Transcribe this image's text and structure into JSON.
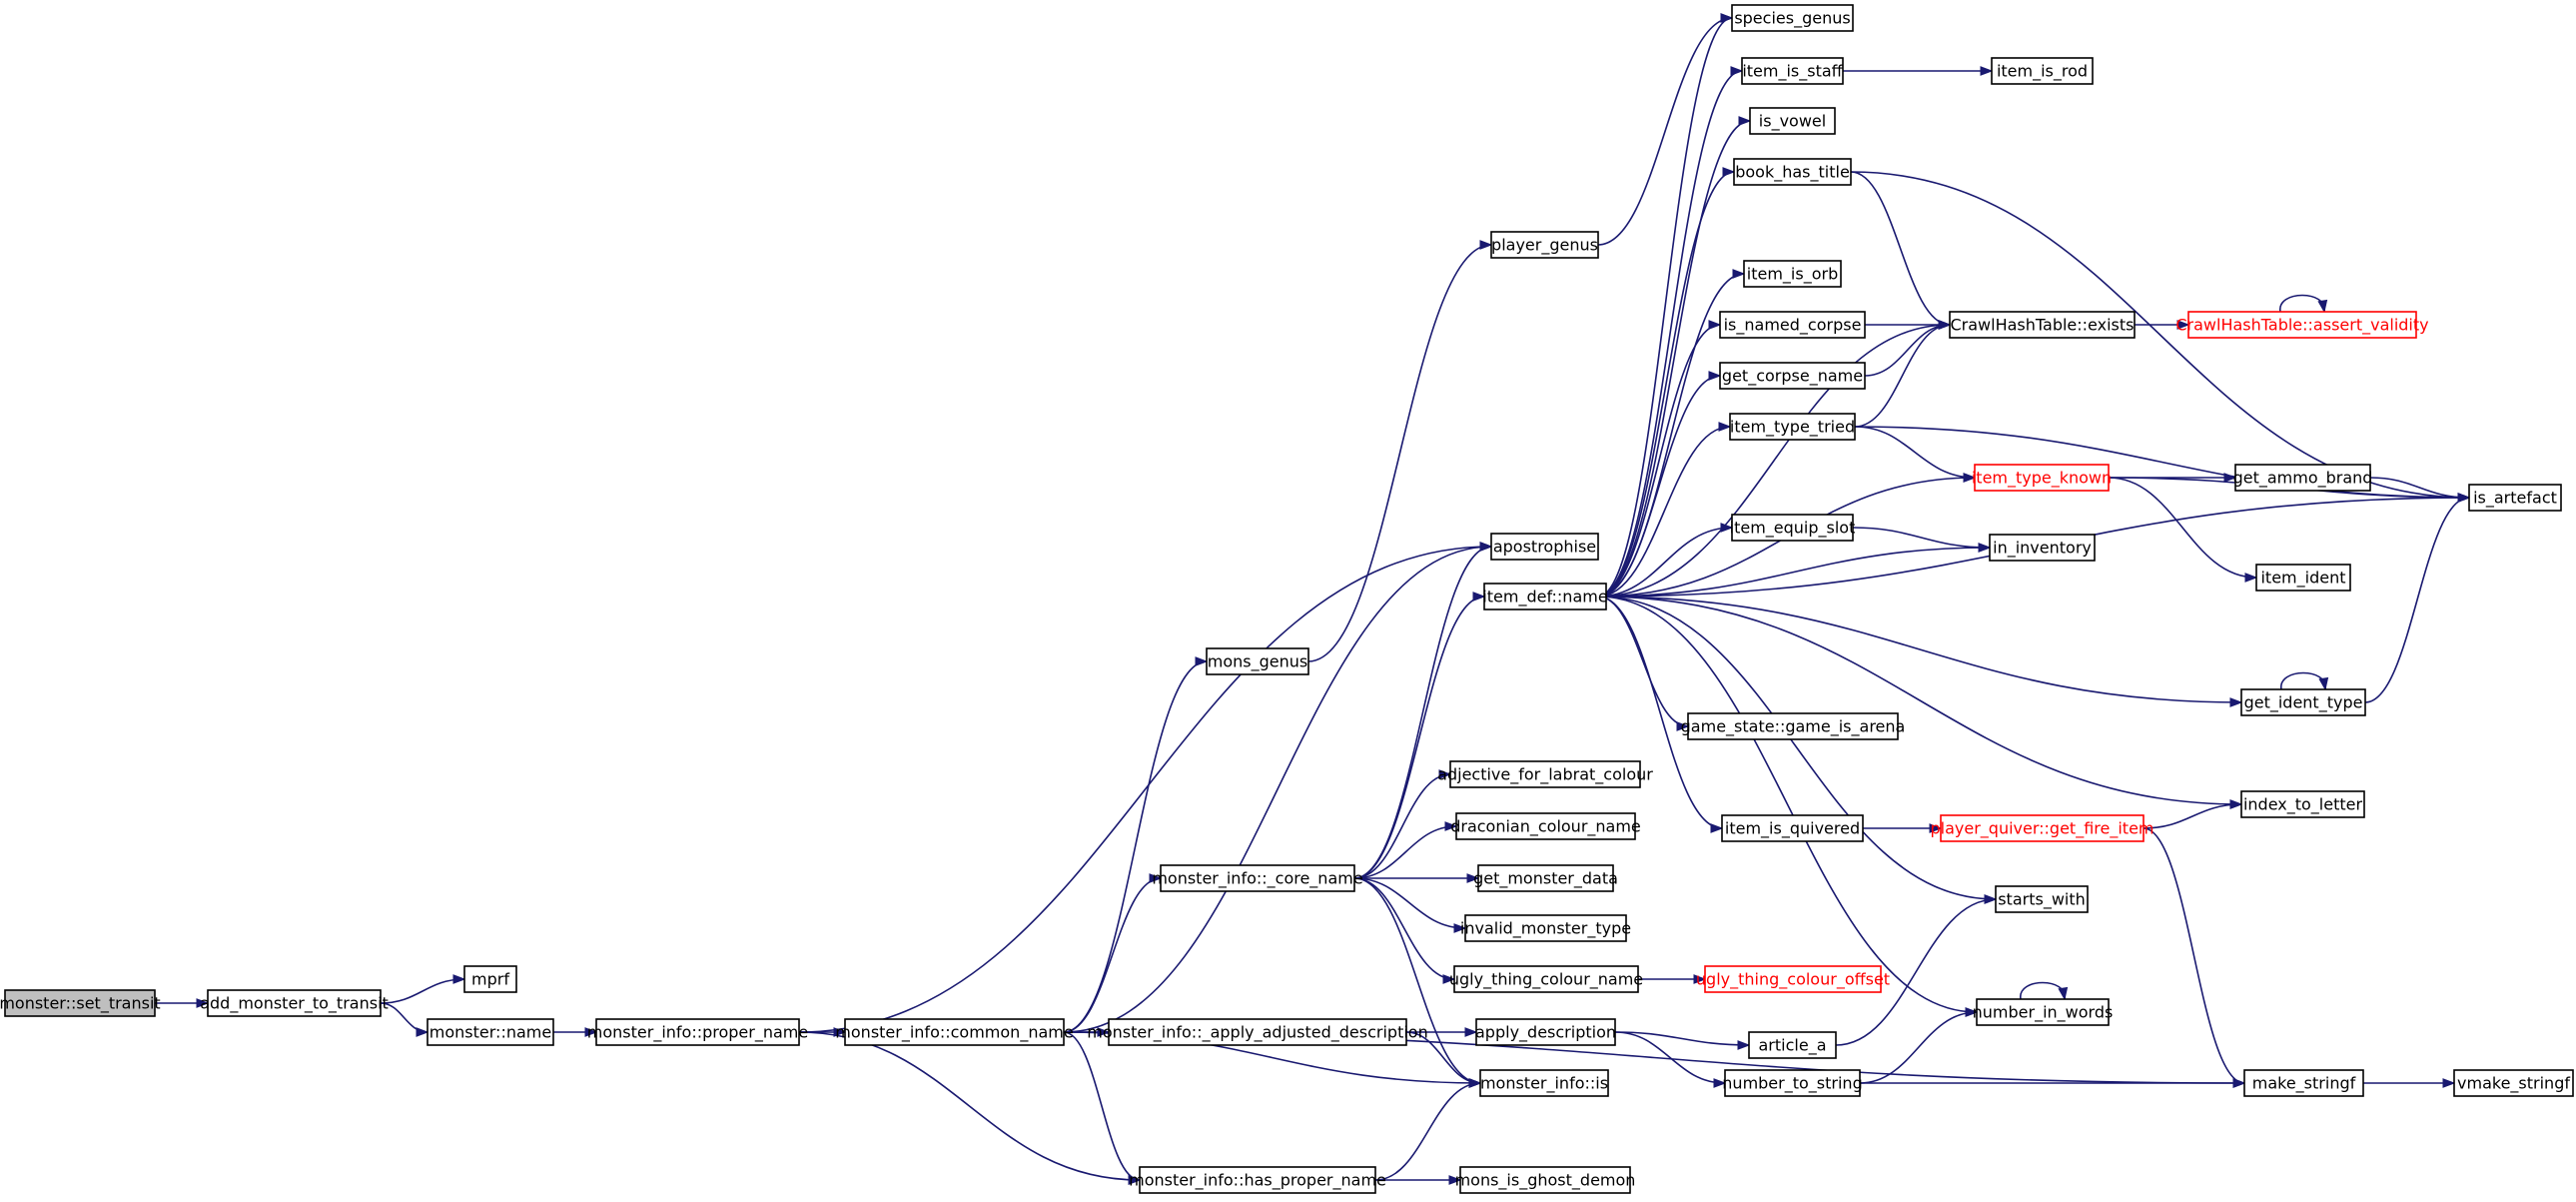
{
  "diagram": {
    "type": "call-graph",
    "nodes": [
      {
        "id": "set_transit",
        "label": "monster::set_transit",
        "root": true
      },
      {
        "id": "add_monster_to_transit",
        "label": "add_monster_to_transit"
      },
      {
        "id": "mprf",
        "label": "mprf"
      },
      {
        "id": "monster_name",
        "label": "monster::name"
      },
      {
        "id": "proper_name",
        "label": "monster_info::proper_name"
      },
      {
        "id": "common_name",
        "label": "monster_info::common_name"
      },
      {
        "id": "apostrophise",
        "label": "apostrophise"
      },
      {
        "id": "mons_genus",
        "label": "mons_genus"
      },
      {
        "id": "player_genus",
        "label": "player_genus"
      },
      {
        "id": "species_genus",
        "label": "species_genus"
      },
      {
        "id": "core_name",
        "label": "monster_info::_core_name"
      },
      {
        "id": "apply_adj",
        "label": "monster_info::_apply_adjusted_description"
      },
      {
        "id": "mi_is",
        "label": "monster_info::is"
      },
      {
        "id": "has_proper_name",
        "label": "monster_info::has_proper_name"
      },
      {
        "id": "mons_is_ghost_demon",
        "label": "mons_is_ghost_demon"
      },
      {
        "id": "item_def_name",
        "label": "item_def::name"
      },
      {
        "id": "adjective_labrat",
        "label": "adjective_for_labrat_colour"
      },
      {
        "id": "draconian_colour",
        "label": "draconian_colour_name"
      },
      {
        "id": "get_monster_data",
        "label": "get_monster_data"
      },
      {
        "id": "invalid_monster_type",
        "label": "invalid_monster_type"
      },
      {
        "id": "ugly_thing_colour_name",
        "label": "ugly_thing_colour_name"
      },
      {
        "id": "ugly_thing_colour_offset",
        "label": "ugly_thing_colour_offset",
        "red": true
      },
      {
        "id": "apply_description",
        "label": "apply_description"
      },
      {
        "id": "article_a",
        "label": "article_a"
      },
      {
        "id": "number_to_string",
        "label": "number_to_string"
      },
      {
        "id": "item_is_staff",
        "label": "item_is_staff"
      },
      {
        "id": "item_is_rod",
        "label": "item_is_rod"
      },
      {
        "id": "is_vowel",
        "label": "is_vowel"
      },
      {
        "id": "book_has_title",
        "label": "book_has_title"
      },
      {
        "id": "item_is_orb",
        "label": "item_is_orb"
      },
      {
        "id": "is_named_corpse",
        "label": "is_named_corpse"
      },
      {
        "id": "get_corpse_name",
        "label": "get_corpse_name"
      },
      {
        "id": "item_type_tried",
        "label": "item_type_tried"
      },
      {
        "id": "item_equip_slot",
        "label": "item_equip_slot"
      },
      {
        "id": "game_is_arena",
        "label": "game_state::game_is_arena"
      },
      {
        "id": "item_is_quivered",
        "label": "item_is_quivered"
      },
      {
        "id": "chht_exists",
        "label": "CrawlHashTable::exists"
      },
      {
        "id": "chht_assert",
        "label": "CrawlHashTable::assert_validity",
        "red": true
      },
      {
        "id": "item_type_known",
        "label": "item_type_known",
        "red": true
      },
      {
        "id": "in_inventory",
        "label": "in_inventory"
      },
      {
        "id": "player_quiver",
        "label": "player_quiver::get_fire_item",
        "red": true
      },
      {
        "id": "get_ammo_brand",
        "label": "get_ammo_brand"
      },
      {
        "id": "item_ident",
        "label": "item_ident"
      },
      {
        "id": "get_ident_type",
        "label": "get_ident_type"
      },
      {
        "id": "index_to_letter",
        "label": "index_to_letter"
      },
      {
        "id": "starts_with",
        "label": "starts_with"
      },
      {
        "id": "number_in_words",
        "label": "number_in_words"
      },
      {
        "id": "make_stringf",
        "label": "make_stringf"
      },
      {
        "id": "vmake_stringf",
        "label": "vmake_stringf"
      },
      {
        "id": "is_artefact",
        "label": "is_artefact"
      }
    ],
    "edges": [
      [
        "set_transit",
        "add_monster_to_transit"
      ],
      [
        "add_monster_to_transit",
        "mprf"
      ],
      [
        "add_monster_to_transit",
        "monster_name"
      ],
      [
        "monster_name",
        "proper_name"
      ],
      [
        "proper_name",
        "common_name"
      ],
      [
        "proper_name",
        "apostrophise"
      ],
      [
        "proper_name",
        "has_proper_name"
      ],
      [
        "common_name",
        "apostrophise"
      ],
      [
        "common_name",
        "mons_genus"
      ],
      [
        "common_name",
        "core_name"
      ],
      [
        "common_name",
        "apply_adj"
      ],
      [
        "common_name",
        "mi_is"
      ],
      [
        "common_name",
        "has_proper_name"
      ],
      [
        "common_name",
        "make_stringf"
      ],
      [
        "mons_genus",
        "player_genus"
      ],
      [
        "player_genus",
        "species_genus"
      ],
      [
        "core_name",
        "apostrophise"
      ],
      [
        "core_name",
        "item_def_name"
      ],
      [
        "core_name",
        "adjective_labrat"
      ],
      [
        "core_name",
        "draconian_colour"
      ],
      [
        "core_name",
        "get_monster_data"
      ],
      [
        "core_name",
        "invalid_monster_type"
      ],
      [
        "core_name",
        "ugly_thing_colour_name"
      ],
      [
        "core_name",
        "mi_is"
      ],
      [
        "apply_adj",
        "apply_description"
      ],
      [
        "apply_adj",
        "mi_is"
      ],
      [
        "has_proper_name",
        "mi_is"
      ],
      [
        "has_proper_name",
        "mons_is_ghost_demon"
      ],
      [
        "ugly_thing_colour_name",
        "ugly_thing_colour_offset"
      ],
      [
        "apply_description",
        "article_a"
      ],
      [
        "apply_description",
        "number_to_string"
      ],
      [
        "article_a",
        "starts_with"
      ],
      [
        "number_to_string",
        "number_in_words"
      ],
      [
        "number_to_string",
        "make_stringf"
      ],
      [
        "item_def_name",
        "species_genus"
      ],
      [
        "item_def_name",
        "item_is_staff"
      ],
      [
        "item_def_name",
        "is_vowel"
      ],
      [
        "item_def_name",
        "book_has_title"
      ],
      [
        "item_def_name",
        "chht_exists"
      ],
      [
        "item_def_name",
        "item_is_orb"
      ],
      [
        "item_def_name",
        "is_named_corpse"
      ],
      [
        "item_def_name",
        "get_corpse_name"
      ],
      [
        "item_def_name",
        "item_type_tried"
      ],
      [
        "item_def_name",
        "item_type_known"
      ],
      [
        "item_def_name",
        "item_equip_slot"
      ],
      [
        "item_def_name",
        "in_inventory"
      ],
      [
        "item_def_name",
        "is_artefact"
      ],
      [
        "item_def_name",
        "game_is_arena"
      ],
      [
        "item_def_name",
        "get_ident_type"
      ],
      [
        "item_def_name",
        "index_to_letter"
      ],
      [
        "item_def_name",
        "item_is_quivered"
      ],
      [
        "item_def_name",
        "starts_with"
      ],
      [
        "item_def_name",
        "number_in_words"
      ],
      [
        "item_is_staff",
        "item_is_rod"
      ],
      [
        "book_has_title",
        "chht_exists"
      ],
      [
        "book_has_title",
        "is_artefact"
      ],
      [
        "is_named_corpse",
        "chht_exists"
      ],
      [
        "get_corpse_name",
        "chht_exists"
      ],
      [
        "item_type_tried",
        "chht_exists"
      ],
      [
        "item_type_tried",
        "item_type_known"
      ],
      [
        "item_type_tried",
        "is_artefact"
      ],
      [
        "item_equip_slot",
        "in_inventory"
      ],
      [
        "item_is_quivered",
        "player_quiver"
      ],
      [
        "chht_exists",
        "chht_assert"
      ],
      [
        "chht_assert",
        "chht_assert"
      ],
      [
        "item_type_known",
        "get_ammo_brand"
      ],
      [
        "item_type_known",
        "item_ident"
      ],
      [
        "item_type_known",
        "is_artefact"
      ],
      [
        "get_ammo_brand",
        "is_artefact"
      ],
      [
        "get_ident_type",
        "get_ident_type"
      ],
      [
        "get_ident_type",
        "is_artefact"
      ],
      [
        "player_quiver",
        "index_to_letter"
      ],
      [
        "player_quiver",
        "make_stringf"
      ],
      [
        "number_in_words",
        "number_in_words"
      ],
      [
        "make_stringf",
        "vmake_stringf"
      ]
    ]
  }
}
